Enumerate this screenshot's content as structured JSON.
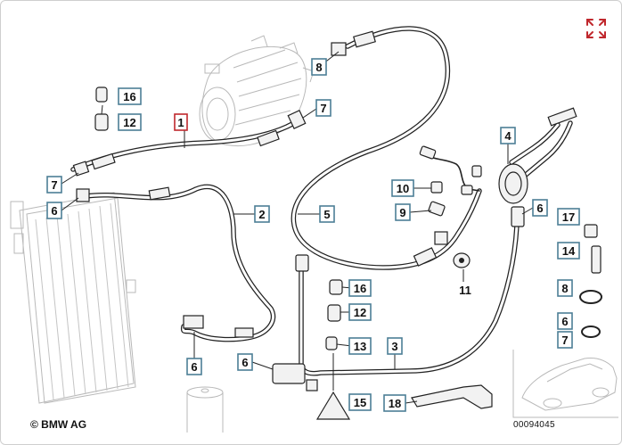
{
  "copyright": "© BMW AG",
  "image_number": "00094045",
  "expand_icon": "expand-arrows-icon",
  "accent_color": "#c0282d",
  "callout_border_color": "#4d7f96",
  "callouts": [
    {
      "label": "16"
    },
    {
      "label": "12"
    },
    {
      "label": "1"
    },
    {
      "label": "8"
    },
    {
      "label": "7"
    },
    {
      "label": "7"
    },
    {
      "label": "6"
    },
    {
      "label": "2"
    },
    {
      "label": "5"
    },
    {
      "label": "4"
    },
    {
      "label": "10"
    },
    {
      "label": "9"
    },
    {
      "label": "6"
    },
    {
      "label": "17"
    },
    {
      "label": "14"
    },
    {
      "label": "8"
    },
    {
      "label": "6"
    },
    {
      "label": "7"
    },
    {
      "label": "16"
    },
    {
      "label": "12"
    },
    {
      "label": "13"
    },
    {
      "label": "6"
    },
    {
      "label": "6"
    },
    {
      "label": "3"
    },
    {
      "label": "15"
    },
    {
      "label": "18"
    }
  ],
  "plain_labels": [
    {
      "label": "11"
    }
  ]
}
